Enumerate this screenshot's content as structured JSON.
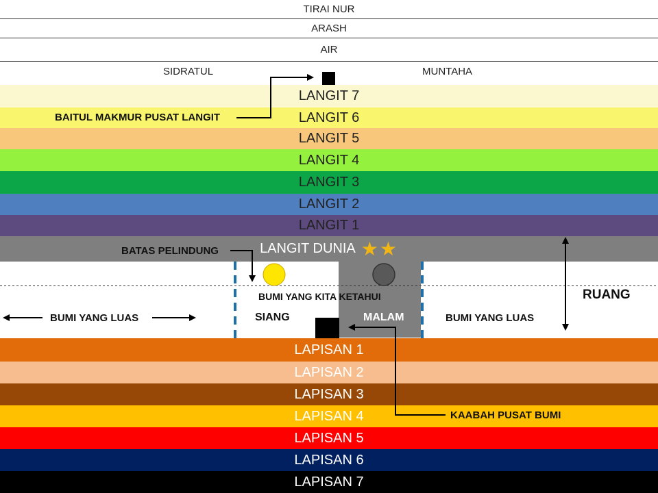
{
  "top_bands": [
    {
      "label": "TIRAI NUR"
    },
    {
      "label": "ARASH"
    },
    {
      "label": "AIR"
    }
  ],
  "sidratul": {
    "left": "SIDRATUL",
    "right": "MUNTAHA"
  },
  "langit": [
    {
      "label": "LANGIT 7",
      "color": "#fbf8cf",
      "text_color": "#222222"
    },
    {
      "label": "LANGIT 6",
      "color": "#f9f56d",
      "text_color": "#222222"
    },
    {
      "label": "LANGIT 5",
      "color": "#f9c77c",
      "text_color": "#222222"
    },
    {
      "label": "LANGIT 4",
      "color": "#94f13d",
      "text_color": "#222222"
    },
    {
      "label": "LANGIT 3",
      "color": "#0ca648",
      "text_color": "#222222"
    },
    {
      "label": "LANGIT 2",
      "color": "#4f7fbf",
      "text_color": "#222222"
    },
    {
      "label": "LANGIT 1",
      "color": "#5d4a7e",
      "text_color": "#222222"
    }
  ],
  "langit_dunia": {
    "label": "LANGIT DUNIA",
    "color": "#7f7f7f",
    "text_color": "#ffffff",
    "stars": "★★"
  },
  "earth": {
    "known_label": "BUMI YANG KITA KETAHUI",
    "siang": "SIANG",
    "malam": "MALAM",
    "bumi_luas_left": "BUMI YANG LUAS",
    "bumi_luas_right": "BUMI YANG LUAS",
    "ruang": "RUANG",
    "batas": "BATAS PELINDUNG",
    "night_color": "#7f7f7f",
    "sun_color": "#ffe600",
    "moon_color": "#595959",
    "boundary_color": "#1f6fa8"
  },
  "lapisan": [
    {
      "label": "LAPISAN 1",
      "color": "#e36c0a",
      "text_color": "#ffffff"
    },
    {
      "label": "LAPISAN 2",
      "color": "#f7bd8e",
      "text_color": "#ffffff"
    },
    {
      "label": "LAPISAN 3",
      "color": "#974806",
      "text_color": "#ffffff"
    },
    {
      "label": "LAPISAN 4",
      "color": "#ffc000",
      "text_color": "#ffffff"
    },
    {
      "label": "LAPISAN 5",
      "color": "#ff0000",
      "text_color": "#ffffff"
    },
    {
      "label": "LAPISAN 6",
      "color": "#002060",
      "text_color": "#ffffff"
    },
    {
      "label": "LAPISAN 7",
      "color": "#000000",
      "text_color": "#ffffff"
    }
  ],
  "annotations": {
    "baitul_makmur": "BAITUL MAKMUR PUSAT LANGIT",
    "kaabah": "KAABAH PUSAT BUMI"
  }
}
